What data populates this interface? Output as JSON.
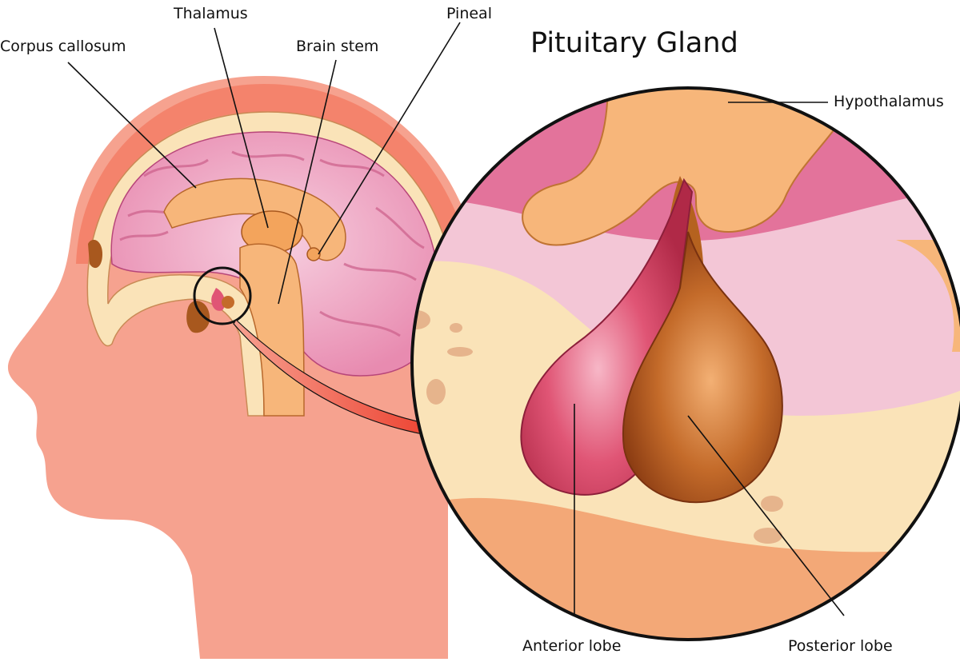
{
  "diagram": {
    "title": "Pituitary Gland",
    "head_labels": {
      "corpus_callosum": "Corpus callosum",
      "thalamus": "Thalamus",
      "brain_stem": "Brain stem",
      "pineal": "Pineal"
    },
    "detail_labels": {
      "hypothalamus": "Hypothalamus",
      "anterior_lobe": "Anterior lobe",
      "posterior_lobe": "Posterior lobe"
    },
    "colors": {
      "skin": "#f6a28f",
      "skin_light": "#fbc3b3",
      "scalp": "#f4836c",
      "bone": "#fae3b8",
      "brain": "#f2b4cd",
      "brain_dark": "#d9668f",
      "tissue": "#f7b67a",
      "anterior": "#d94466",
      "posterior": "#b5621f",
      "arrow": "#e8200e",
      "line": "#111111"
    }
  }
}
